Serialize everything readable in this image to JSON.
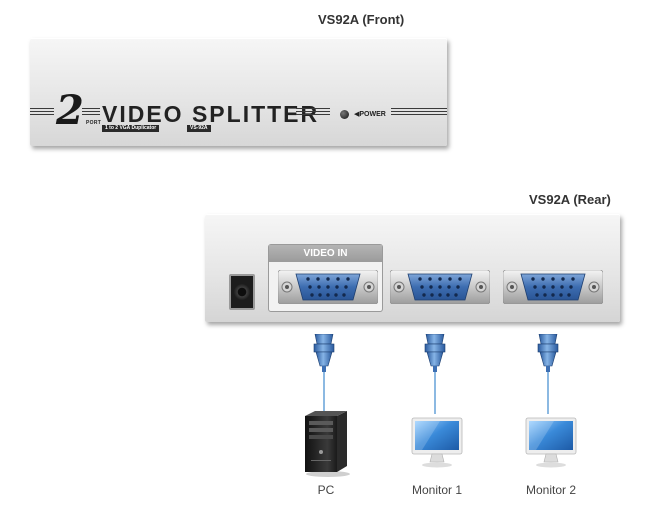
{
  "front": {
    "title": "VS92A (Front)",
    "port_number": "2",
    "port_word": "PORT",
    "brand": "VIDEO SPLITTER",
    "tagline": "1 to 2 VGA Duplicator",
    "model_tag": "VS-92A",
    "power_label": "POWER"
  },
  "rear": {
    "title": "VS92A (Rear)",
    "video_in_label": "VIDEO IN"
  },
  "devices": [
    {
      "label": "PC",
      "icon": "pc-tower-icon"
    },
    {
      "label": "Monitor 1",
      "icon": "monitor-icon"
    },
    {
      "label": "Monitor 2",
      "icon": "monitor-icon"
    }
  ],
  "colors": {
    "panel": "#e8e8e8",
    "vga_connector": "#3f6fb0",
    "cable": "#5b9bd5",
    "monitor_screen": "#2f79c4"
  }
}
